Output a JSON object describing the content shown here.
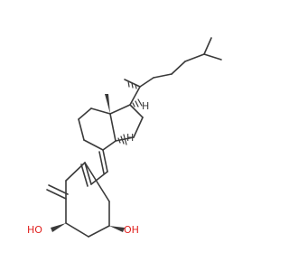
{
  "molecule": {
    "atom_labels": {
      "ho_left": "HO",
      "oh_right": "OH",
      "h_top": "H",
      "h_mid": "H"
    },
    "colors": {
      "bond": "#3a3a3a",
      "oxygen": "#e0201e",
      "background": "#ffffff"
    }
  }
}
